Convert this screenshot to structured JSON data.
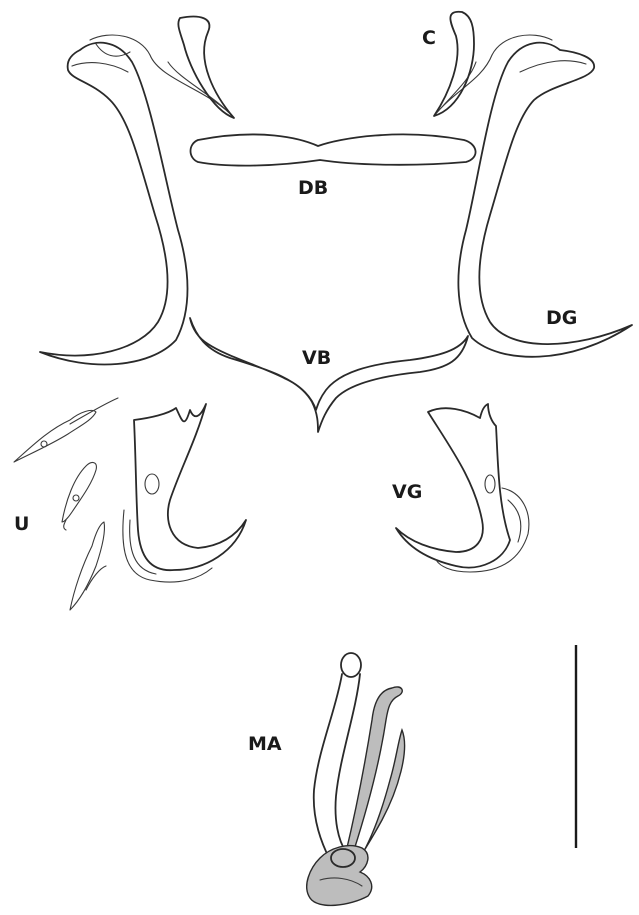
{
  "labels": {
    "c": "C",
    "db": "DB",
    "dg": "DG",
    "vb": "VB",
    "u": "U",
    "vg": "VG",
    "ma": "MA"
  }
}
